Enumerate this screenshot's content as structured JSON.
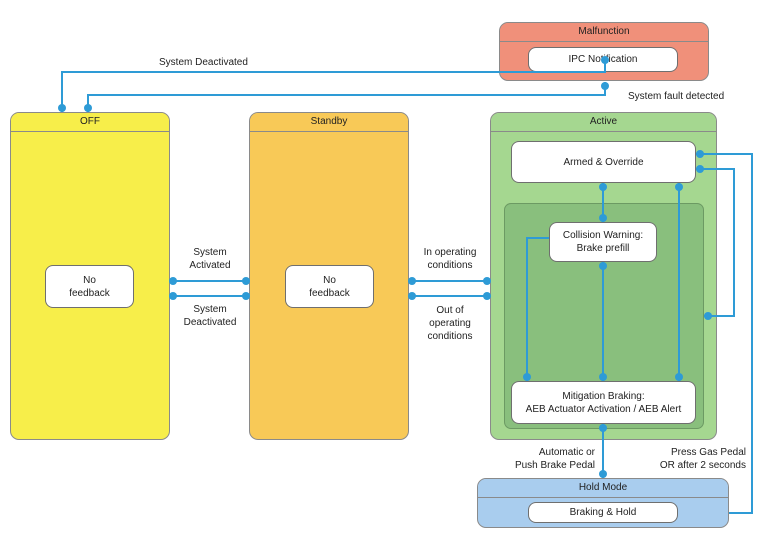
{
  "states": {
    "malfunction": {
      "title": "Malfunction",
      "content": "IPC Notification"
    },
    "off": {
      "title": "OFF",
      "content_line1": "No",
      "content_line2": "feedback"
    },
    "standby": {
      "title": "Standby",
      "content_line1": "No",
      "content_line2": "feedback"
    },
    "active": {
      "title": "Active",
      "armed": "Armed & Override",
      "collision_line1": "Collision Warning:",
      "collision_line2": "Brake prefill",
      "mitigation_line1": "Mitigation Braking:",
      "mitigation_line2": "AEB Actuator Activation / AEB Alert"
    },
    "hold": {
      "title": "Hold Mode",
      "content": "Braking & Hold"
    }
  },
  "transitions": {
    "system_deactivated_top": "System Deactivated",
    "system_fault": "System fault detected",
    "system_activated_line1": "System",
    "system_activated_line2": "Activated",
    "system_deactivated_line1": "System",
    "system_deactivated_line2": "Deactivated",
    "in_operating_line1": "In operating",
    "in_operating_line2": "conditions",
    "out_of_line1": "Out of",
    "out_of_line2": "operating",
    "out_of_line3": "conditions",
    "automatic_line1": "Automatic or",
    "automatic_line2": "Push Brake Pedal",
    "press_gas_line1": "Press Gas Pedal",
    "press_gas_line2": "OR after 2 seconds"
  },
  "colors": {
    "arrow": "#2e9bd6",
    "off": "#f7ee4a",
    "standby": "#f8c957",
    "active": "#a5d790",
    "active_inner": "#89bf7d",
    "malfunction": "#f0907a",
    "hold": "#a9cdee"
  }
}
